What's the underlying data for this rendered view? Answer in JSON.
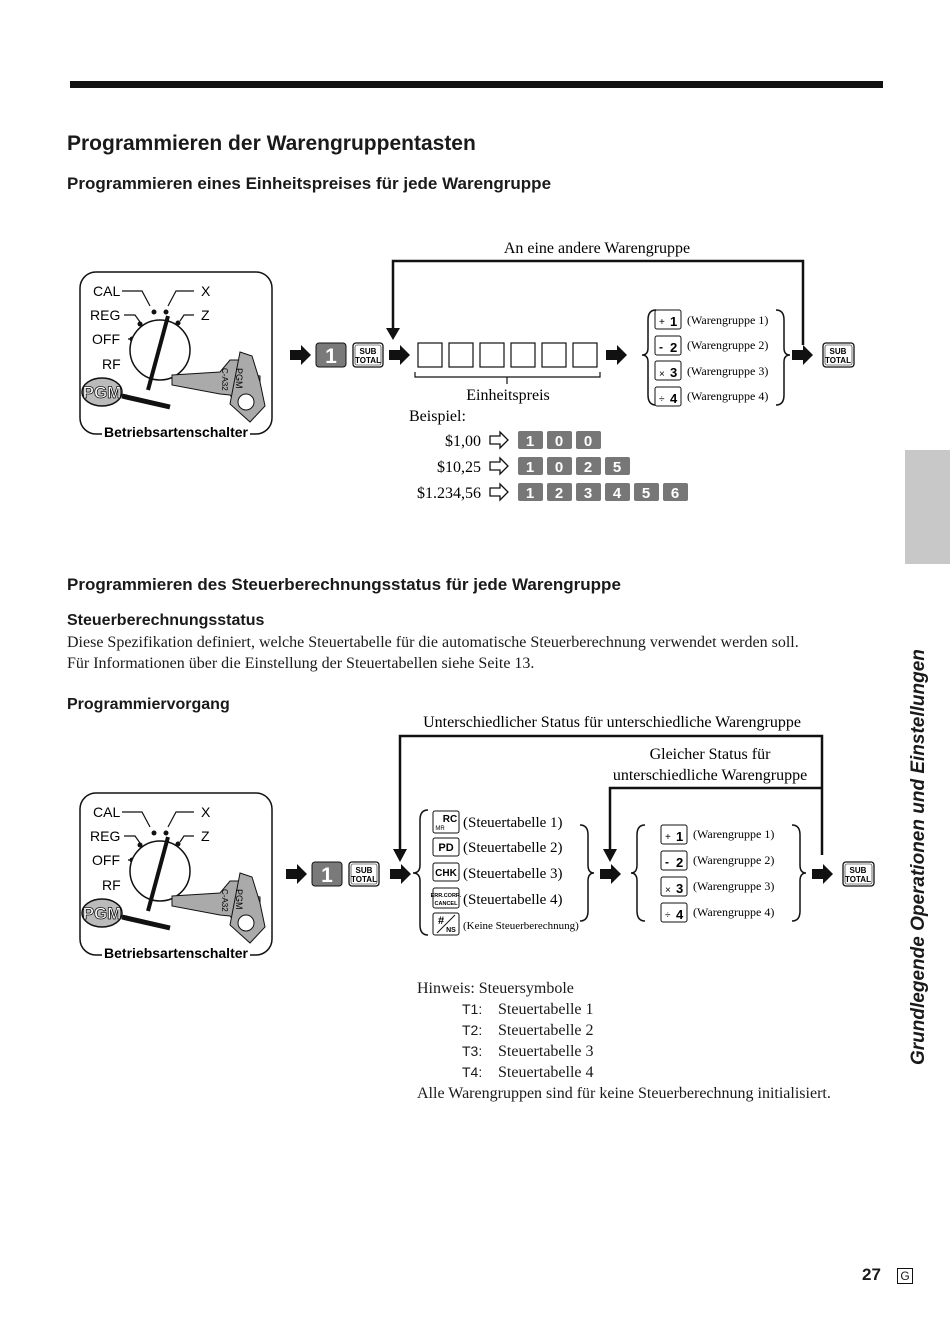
{
  "heading_main": "Programmieren der Warengruppentasten",
  "sec1": {
    "heading": "Programmieren eines Einheitspreises für jede Warengruppe",
    "loop_label": "An eine andere Warengruppe",
    "price_label": "Einheitspreis",
    "example_label": "Beispiel:",
    "examples": [
      {
        "amount": "$1,00",
        "keys": [
          "1",
          "0",
          "0"
        ]
      },
      {
        "amount": "$10,25",
        "keys": [
          "1",
          "0",
          "2",
          "5"
        ]
      },
      {
        "amount": "$1.234,56",
        "keys": [
          "1",
          "2",
          "3",
          "4",
          "5",
          "6"
        ]
      }
    ],
    "dept_keys": [
      {
        "sym": "+",
        "num": "1",
        "label": "(Warengruppe 1)"
      },
      {
        "sym": "-",
        "num": "2",
        "label": "(Warengruppe 2)"
      },
      {
        "sym": "×",
        "num": "3",
        "label": "(Warengruppe 3)"
      },
      {
        "sym": "÷",
        "num": "4",
        "label": "(Warengruppe 4)"
      }
    ]
  },
  "mode_switch": {
    "positions": [
      "CAL",
      "REG",
      "OFF",
      "RF",
      "X",
      "Z"
    ],
    "pgm": "PGM",
    "key_label": "PGM",
    "key_code": "C-A32",
    "caption": "Betriebsartenschalter"
  },
  "keys": {
    "one": "1",
    "subtotal_line1": "SUB",
    "subtotal_line2": "TOTAL"
  },
  "sec2": {
    "heading": "Programmieren des Steuerberechnungsstatus für jede Warengruppe",
    "sub_heading": "Steuerberechnungsstatus",
    "para_line1": "Diese Spezifikation definiert, welche Steuertabelle für die automatische Steuerberechnung verwendet werden soll.",
    "para_line2": "Für Informationen über die Einstellung der Steuertabellen siehe Seite 13.",
    "proc_heading": "Programmiervorgang",
    "outer_loop_label": "Unterschiedlicher Status für unterschiedliche Warengruppe",
    "inner_loop_label1": "Gleicher Status für",
    "inner_loop_label2": "unterschiedliche Warengruppe",
    "tax_keys": [
      {
        "key": "RC",
        "sub": "MR",
        "label": "(Steuertabelle 1)"
      },
      {
        "key": "PD",
        "sub": "",
        "label": "(Steuertabelle 2)"
      },
      {
        "key": "CHK",
        "sub": "",
        "label": "(Steuertabelle 3)"
      },
      {
        "key": "ERR.CORR.",
        "sub": "CANCEL",
        "label": "(Steuertabelle 4)"
      },
      {
        "key": "#",
        "sub": "NS",
        "label": "(Keine Steuerberechnung)"
      }
    ],
    "dept_keys": [
      {
        "sym": "+",
        "num": "1",
        "label": "(Warengruppe 1)"
      },
      {
        "sym": "-",
        "num": "2",
        "label": "(Warengruppe 2)"
      },
      {
        "sym": "×",
        "num": "3",
        "label": "(Warengruppe 3)"
      },
      {
        "sym": "÷",
        "num": "4",
        "label": "(Warengruppe 4)"
      }
    ],
    "note_title": "Hinweis: Steuersymbole",
    "notes": [
      {
        "code": "T1:",
        "text": "Steuertabelle 1"
      },
      {
        "code": "T2:",
        "text": "Steuertabelle 2"
      },
      {
        "code": "T3:",
        "text": "Steuertabelle 3"
      },
      {
        "code": "T4:",
        "text": "Steuertabelle 4"
      }
    ],
    "note_footer": "Alle Warengruppen sind für keine Steuerberechnung initialisiert."
  },
  "side_tab": "Grundlegende Operationen und Einstellungen",
  "page_number": "27",
  "page_lang": "G"
}
